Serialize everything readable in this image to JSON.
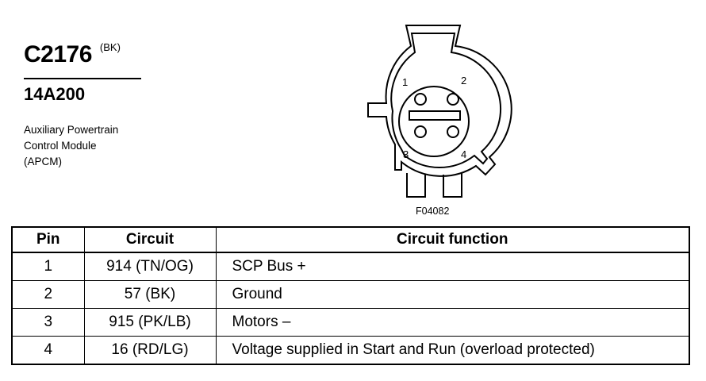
{
  "connector": {
    "id": "C2176",
    "color_code": "(BK)",
    "part_number": "14A200",
    "module_lines": [
      "Auxiliary Powertrain",
      "Control Module",
      "(APCM)"
    ]
  },
  "diagram": {
    "pin_labels": [
      "1",
      "2",
      "3",
      "4"
    ],
    "figure_code": "F04082"
  },
  "table": {
    "headers": {
      "pin": "Pin",
      "circuit": "Circuit",
      "function": "Circuit function"
    },
    "rows": [
      {
        "pin": "1",
        "circuit": "914 (TN/OG)",
        "function": "SCP Bus +"
      },
      {
        "pin": "2",
        "circuit": "57 (BK)",
        "function": "Ground"
      },
      {
        "pin": "3",
        "circuit": "915 (PK/LB)",
        "function": "Motors –"
      },
      {
        "pin": "4",
        "circuit": "16 (RD/LG)",
        "function": "Voltage supplied in Start and Run (overload protected)"
      }
    ]
  }
}
